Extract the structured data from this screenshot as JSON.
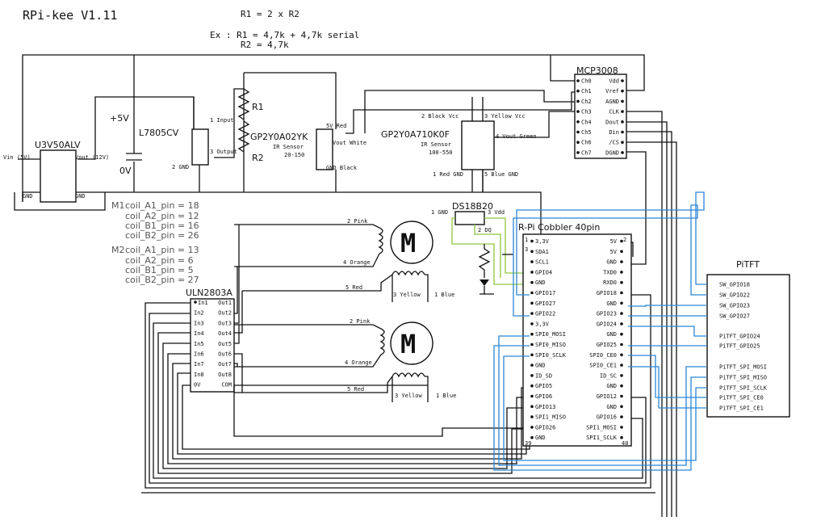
{
  "header": {
    "title": "RPi-kee V1.11",
    "note1": "R1 = 2 x R2",
    "note2": "Ex : R1 = 4,7k + 4,7k serial",
    "note3": "R2 = 4,7k"
  },
  "power": {
    "reg1": "U3V50ALV",
    "vin": "Vin (5V)",
    "vout": "Vout (12V)",
    "gnd_l": "GND",
    "gnd_r": "GND",
    "plus5": "+5V",
    "zero": "0V",
    "reg2": "L7805CV",
    "r1": "R1",
    "r2": "R2"
  },
  "sensor1": {
    "name": "GP2Y0A02YK",
    "sub1": "IR Sensor",
    "sub2": "20-150",
    "p1": "1 Input",
    "p2": "2 GND",
    "p3": "3 Output",
    "red": "5V Red",
    "white": "Vout White",
    "black": "GND Black"
  },
  "sensor2": {
    "name": "GP2Y0A710K0F",
    "sub1": "IR Sensor",
    "sub2": "100-550",
    "p2": "2 Black Vcc",
    "p3": "3 Yellow Vcc",
    "p4": "4 Vout Green",
    "p1": "1 Red GND",
    "p5": "5 Blue GND"
  },
  "adc": {
    "name": "MCP3008",
    "left": [
      "Ch0",
      "Ch1",
      "Ch2",
      "Ch3",
      "Ch4",
      "Ch5",
      "Ch6",
      "Ch7"
    ],
    "right": [
      "Vdd",
      "Vref",
      "AGND",
      "CLK",
      "Dout",
      "Din",
      "/CS",
      "DGND"
    ]
  },
  "motors": {
    "m1_label": "M1",
    "m1_lines": [
      "coil_A1_pin = 18",
      "coil_A2_pin = 12",
      "coil_B1_pin = 16",
      "coil_B2_pin = 26"
    ],
    "m2_label": "M2",
    "m2_lines": [
      "coil_A1_pin = 13",
      "coil_A2_pin = 6",
      "coil_B1_pin = 5",
      "coil_B2_pin = 27"
    ],
    "symbol": "M",
    "pink": "2 Pink",
    "orange": "4 Orange",
    "red": "5 Red",
    "yellow": "3 Yellow",
    "blue": "1 Blue"
  },
  "uln": {
    "name": "ULN2803A",
    "left": [
      "In1",
      "In2",
      "In3",
      "In4",
      "In5",
      "In6",
      "In7",
      "In8",
      "0V"
    ],
    "right": [
      "Out1",
      "Out2",
      "Out3",
      "Out4",
      "Out5",
      "Out6",
      "Out7",
      "Out8",
      "COM"
    ]
  },
  "ds18b20": {
    "name": "DS18B20",
    "gnd": "1 GND",
    "vdd": "3 Vdd",
    "dq": "2 DQ"
  },
  "cobbler": {
    "name": "R-Pi Cobbler 40pin",
    "left": [
      "3,3V",
      "SDA1",
      "SCL1",
      "GPIO4",
      "GND",
      "GPIO17",
      "GPIO27",
      "GPIO22",
      "3,3V",
      "SPI0_MOSI",
      "SPI0_MISO",
      "SPI0_SCLK",
      "GND",
      "ID_SD",
      "GPIO5",
      "GPIO6",
      "GPIO13",
      "SPI1_MISO",
      "GPIO26",
      "GND"
    ],
    "right": [
      "5V",
      "5V",
      "GND",
      "TXD0",
      "RXD0",
      "GPIO18",
      "GND",
      "GPIO23",
      "GPIO24",
      "GND",
      "GPIO25",
      "SPI0_CE0",
      "SPI0_CE1",
      "ID_SC",
      "GND",
      "GPIO12",
      "GND",
      "GPIO16",
      "SPI1_MOSI",
      "SPI1_SCLK"
    ],
    "pin1": "1",
    "pin2": "2",
    "pin3": "3",
    "pin39": "39",
    "pin40": "40"
  },
  "pitft": {
    "name": "PiTFT",
    "pins": [
      "SW_GPIO18",
      "SW_GPIO22",
      "SW_GPIO23",
      "SW_GPIO27",
      "PiTFT_GPIO24",
      "PiTFT_GPIO25",
      "PiTFT_SPI_MOSI",
      "PiTFT_SPI_MISO",
      "PiTFT_SPI_SCLK",
      "PiTFT_SPI_CE0",
      "PiTFT_SPI_CE1"
    ]
  },
  "colors": {
    "wire": "#111111",
    "spi": "#2b86d6",
    "onewire": "#8dc63f"
  }
}
